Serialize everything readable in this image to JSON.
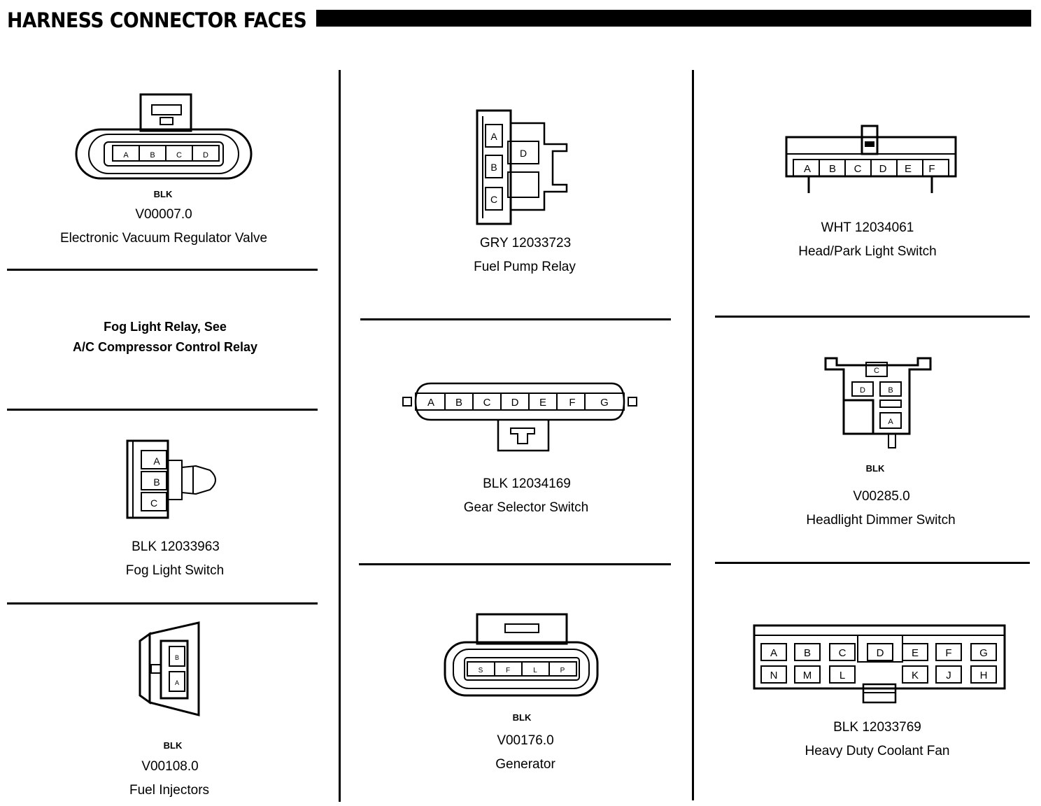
{
  "page": {
    "title": "HARNESS CONNECTOR FACES"
  },
  "connectors": {
    "evrv": {
      "color": "BLK",
      "part": "V00007.0",
      "name": "Electronic Vacuum Regulator Valve",
      "pins": [
        "A",
        "B",
        "C",
        "D"
      ]
    },
    "fog_relay": {
      "line1": "Fog Light Relay, See",
      "line2": "A/C Compressor Control Relay"
    },
    "fog_switch": {
      "part": "BLK 12033963",
      "name": "Fog Light Switch",
      "pins": [
        "A",
        "B",
        "C"
      ]
    },
    "fuel_injectors": {
      "color": "BLK",
      "part": "V00108.0",
      "name": "Fuel Injectors",
      "pins": [
        "B",
        "A"
      ]
    },
    "fuel_pump_relay": {
      "part": "GRY 12033723",
      "name": "Fuel Pump Relay",
      "pins": [
        "A",
        "B",
        "C",
        "D"
      ]
    },
    "gear_selector": {
      "part": "BLK 12034169",
      "name": "Gear Selector Switch",
      "pins": [
        "A",
        "B",
        "C",
        "D",
        "E",
        "F",
        "G"
      ]
    },
    "generator": {
      "color": "BLK",
      "part": "V00176.0",
      "name": "Generator",
      "pins": [
        "S",
        "F",
        "L",
        "P"
      ]
    },
    "head_park": {
      "part": "WHT 12034061",
      "name": "Head/Park Light Switch",
      "pins": [
        "A",
        "B",
        "C",
        "D",
        "E",
        "F"
      ]
    },
    "dimmer": {
      "color": "BLK",
      "part": "V00285.0",
      "name": "Headlight Dimmer Switch",
      "pins": [
        "C",
        "D",
        "B",
        "A"
      ]
    },
    "coolant_fan": {
      "part": "BLK 12033769",
      "name": "Heavy Duty Coolant Fan",
      "pins_top": [
        "A",
        "B",
        "C",
        "D",
        "E",
        "F",
        "G"
      ],
      "pins_bottom": [
        "N",
        "M",
        "L",
        "K",
        "J",
        "H"
      ]
    }
  }
}
